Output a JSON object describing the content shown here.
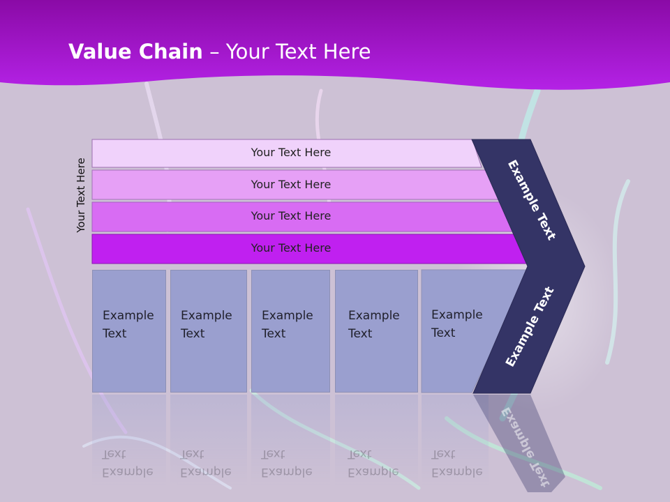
{
  "title": {
    "bold": "Value Chain",
    "rest": " – Your Text Here"
  },
  "side_label": "Your Text Here",
  "bands": [
    {
      "label": "Your Text Here",
      "color": "#f0d2fb"
    },
    {
      "label": "Your Text Here",
      "color": "#e6a0f6"
    },
    {
      "label": "Your Text Here",
      "color": "#d86cf3"
    },
    {
      "label": "Your Text Here",
      "color": "#c020f0"
    }
  ],
  "cells": [
    {
      "line1": "Example",
      "line2": "Text"
    },
    {
      "line1": "Example",
      "line2": "Text"
    },
    {
      "line1": "Example",
      "line2": "Text"
    },
    {
      "line1": "Example",
      "line2": "Text"
    },
    {
      "line1": "Example",
      "line2": "Text"
    }
  ],
  "chevron": {
    "upper_label": "Example Text",
    "lower_label": "Example Text",
    "color": "#343466"
  },
  "colors": {
    "header": "#a612d6",
    "cell": "#9a9fcf"
  }
}
